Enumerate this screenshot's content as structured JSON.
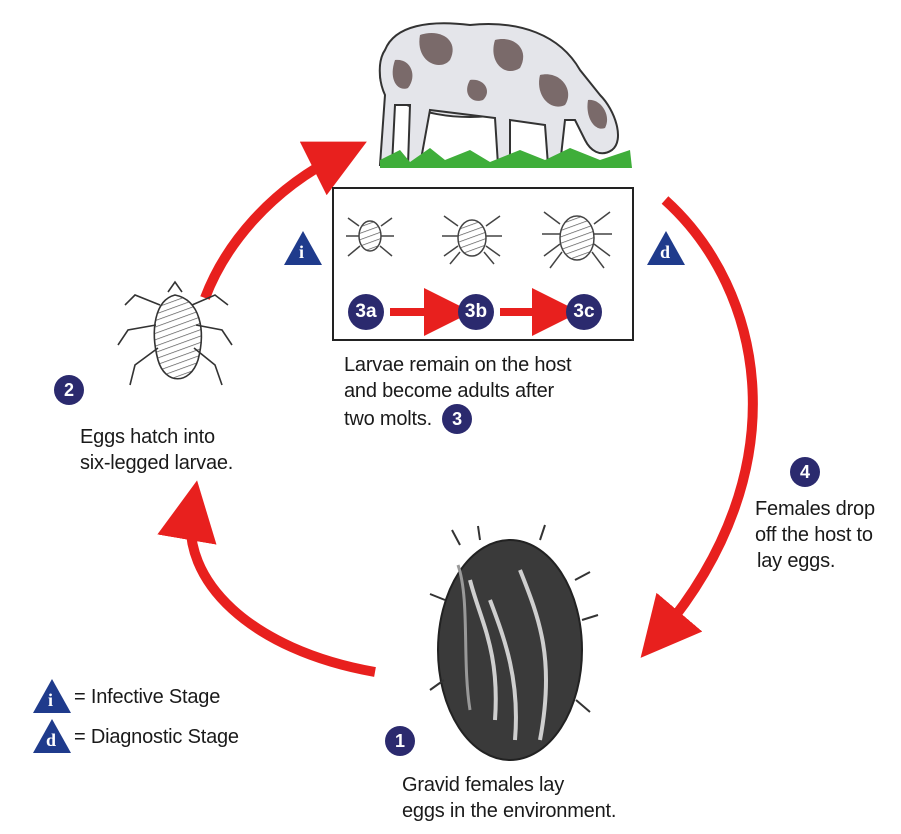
{
  "stages": {
    "step1": {
      "number": "1",
      "text_line1": "Gravid females lay",
      "text_line2": "eggs in the environment."
    },
    "step2": {
      "number": "2",
      "text_line1": "Eggs hatch into",
      "text_line2": "six-legged larvae."
    },
    "step3": {
      "number": "3",
      "text_line1": "Larvae remain on the host",
      "text_line2": "and become adults after",
      "text_line3": "two molts."
    },
    "step4": {
      "number": "4",
      "text_line1": "Females drop",
      "text_line2": "off the host to",
      "text_line3": "lay eggs."
    },
    "substages": [
      "3a",
      "3b",
      "3c"
    ]
  },
  "markers": {
    "infective_symbol": "i",
    "diagnostic_symbol": "d"
  },
  "legend": {
    "infective_symbol": "i",
    "infective_label": "= Infective Stage",
    "diagnostic_symbol": "d",
    "diagnostic_label": "= Diagnostic Stage"
  },
  "colors": {
    "arrow": "#e8201e",
    "badge": "#2b2a6e",
    "triangle": "#1f3b8c",
    "grass": "#3fae3a"
  }
}
